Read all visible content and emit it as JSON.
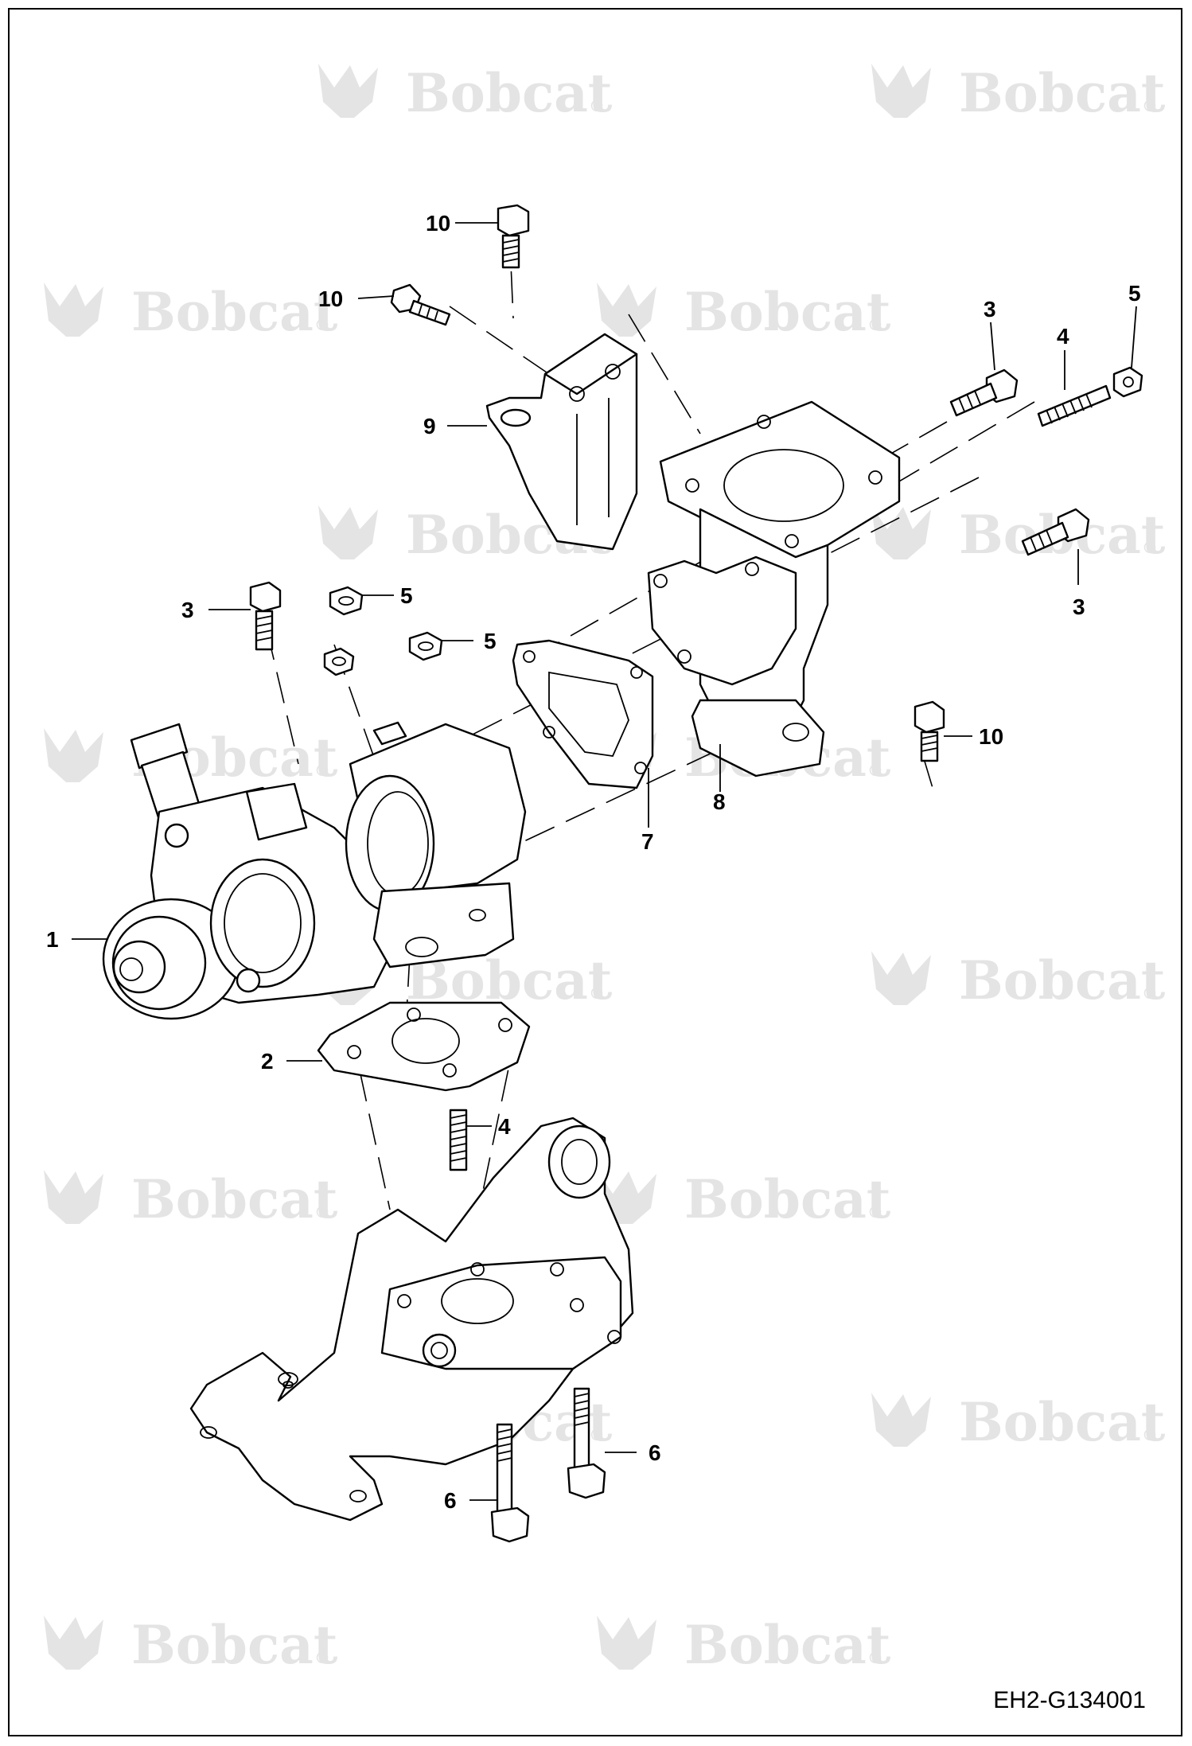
{
  "watermark": {
    "text": "Bobcat",
    "symbol": "®"
  },
  "callouts": [
    {
      "id": "c10a",
      "label": "10"
    },
    {
      "id": "c10b",
      "label": "10"
    },
    {
      "id": "c3a",
      "label": "3"
    },
    {
      "id": "c4a",
      "label": "4"
    },
    {
      "id": "c5a",
      "label": "5"
    },
    {
      "id": "c9",
      "label": "9"
    },
    {
      "id": "c3b",
      "label": "3"
    },
    {
      "id": "c3c",
      "label": "3"
    },
    {
      "id": "c5b",
      "label": "5"
    },
    {
      "id": "c5c",
      "label": "5"
    },
    {
      "id": "c10c",
      "label": "10"
    },
    {
      "id": "c8",
      "label": "8"
    },
    {
      "id": "c7",
      "label": "7"
    },
    {
      "id": "c1",
      "label": "1"
    },
    {
      "id": "c2",
      "label": "2"
    },
    {
      "id": "c4b",
      "label": "4"
    },
    {
      "id": "c6a",
      "label": "6"
    },
    {
      "id": "c6b",
      "label": "6"
    }
  ],
  "figure_ref": "EH2-G134001"
}
